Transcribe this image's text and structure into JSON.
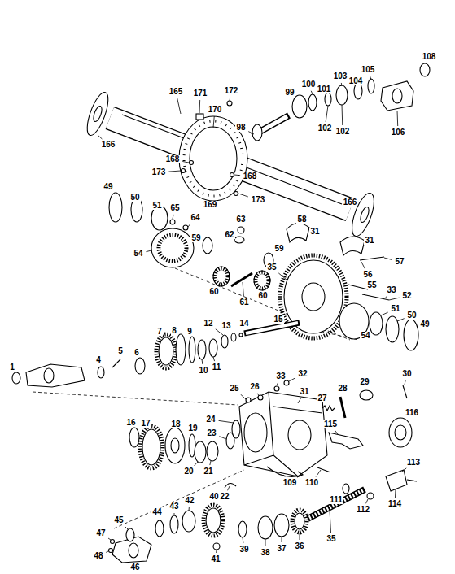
{
  "diagram": {
    "labels": [
      "108",
      "105",
      "104",
      "103",
      "101",
      "100",
      "99",
      "102",
      "102",
      "106",
      "165",
      "171",
      "172",
      "170",
      "98",
      "166",
      "168",
      "173",
      "168",
      "169",
      "173",
      "166",
      "49",
      "50",
      "51",
      "65",
      "64",
      "59",
      "63",
      "58",
      "31",
      "62",
      "31",
      "54",
      "59",
      "35",
      "57",
      "56",
      "60",
      "61",
      "60",
      "55",
      "33",
      "52",
      "51",
      "50",
      "49",
      "54",
      "7",
      "8",
      "9",
      "12",
      "13",
      "14",
      "15",
      "10",
      "11",
      "1",
      "4",
      "5",
      "6",
      "25",
      "26",
      "33",
      "32",
      "31",
      "27",
      "28",
      "29",
      "30",
      "116",
      "24",
      "23",
      "115",
      "16",
      "17",
      "18",
      "19",
      "20",
      "21",
      "22",
      "109",
      "110",
      "113",
      "111",
      "112",
      "114",
      "47",
      "45",
      "44",
      "43",
      "42",
      "40",
      "48",
      "46",
      "41",
      "39",
      "38",
      "37",
      "36",
      "35"
    ]
  }
}
